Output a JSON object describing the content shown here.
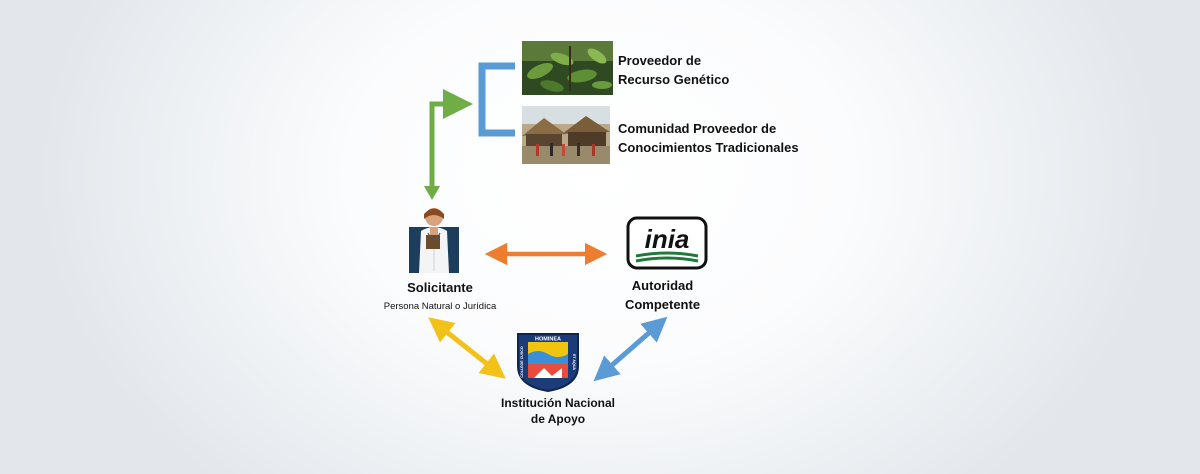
{
  "nodes": {
    "provider": {
      "line1": "Proveedor de",
      "line2": "Recurso Genético"
    },
    "community": {
      "line1": "Comunidad Proveedor de",
      "line2": "Conocimientos Tradicionales"
    },
    "solicitante": {
      "title": "Solicitante",
      "subtitle": "Persona Natural o Jurídica"
    },
    "authority": {
      "line1": "Autoridad",
      "line2": "Competente",
      "logo_text": "inia"
    },
    "support": {
      "line1": "Institución Nacional",
      "line2": "de Apoyo",
      "seal_text": "HOMINEA",
      "seal_left": "COLLEGE CUSCO",
      "seal_right": "ET AQUA"
    }
  },
  "colors": {
    "bracket": "#5b9bd5",
    "green_arrow": "#70ad47",
    "orange_arrow": "#ed7d31",
    "yellow_arrow": "#f2c21b",
    "blue_arrow": "#5b9bd5"
  },
  "icons": [
    "plant-photo",
    "village-photo",
    "doctor-icon",
    "inia-logo",
    "university-seal-icon"
  ]
}
